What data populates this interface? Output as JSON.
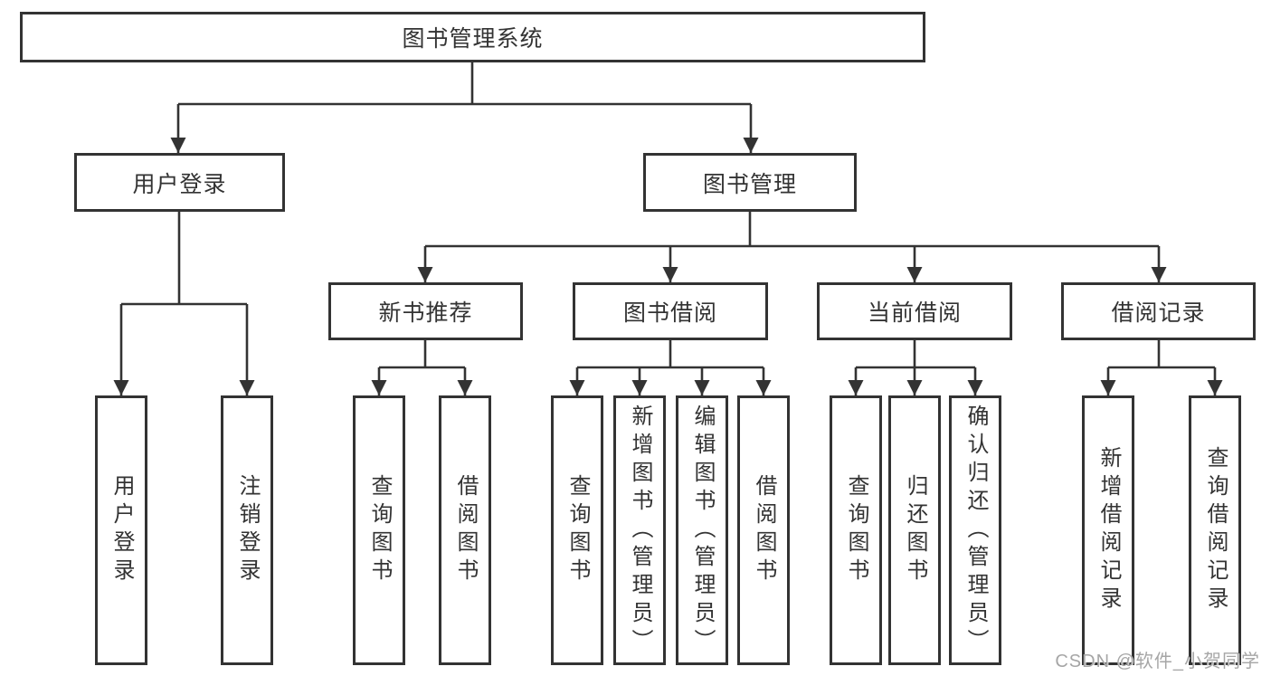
{
  "diagram": {
    "root": {
      "label": "图书管理系统"
    },
    "user_login": {
      "label": "用户登录",
      "children": [
        {
          "label": "用户登录"
        },
        {
          "label": "注销登录"
        }
      ]
    },
    "book_management": {
      "label": "图书管理",
      "sections": [
        {
          "label": "新书推荐",
          "children": [
            {
              "label": "查询图书"
            },
            {
              "label": "借阅图书"
            }
          ]
        },
        {
          "label": "图书借阅",
          "children": [
            {
              "label": "查询图书"
            },
            {
              "label": "新增图书（管理员）"
            },
            {
              "label": "编辑图书（管理员）"
            },
            {
              "label": "借阅图书"
            }
          ]
        },
        {
          "label": "当前借阅",
          "children": [
            {
              "label": "查询图书"
            },
            {
              "label": "归还图书"
            },
            {
              "label": "确认归还（管理员）"
            }
          ]
        },
        {
          "label": "借阅记录",
          "children": [
            {
              "label": "新增借阅记录"
            },
            {
              "label": "查询借阅记录"
            }
          ]
        }
      ]
    },
    "colors": {
      "line": "#333333",
      "border": "#333333",
      "text": "#333333",
      "background": "#ffffff",
      "watermark_color": "#a6a6a6"
    }
  },
  "watermark": {
    "text": "CSDN @软件_小贺同学"
  }
}
